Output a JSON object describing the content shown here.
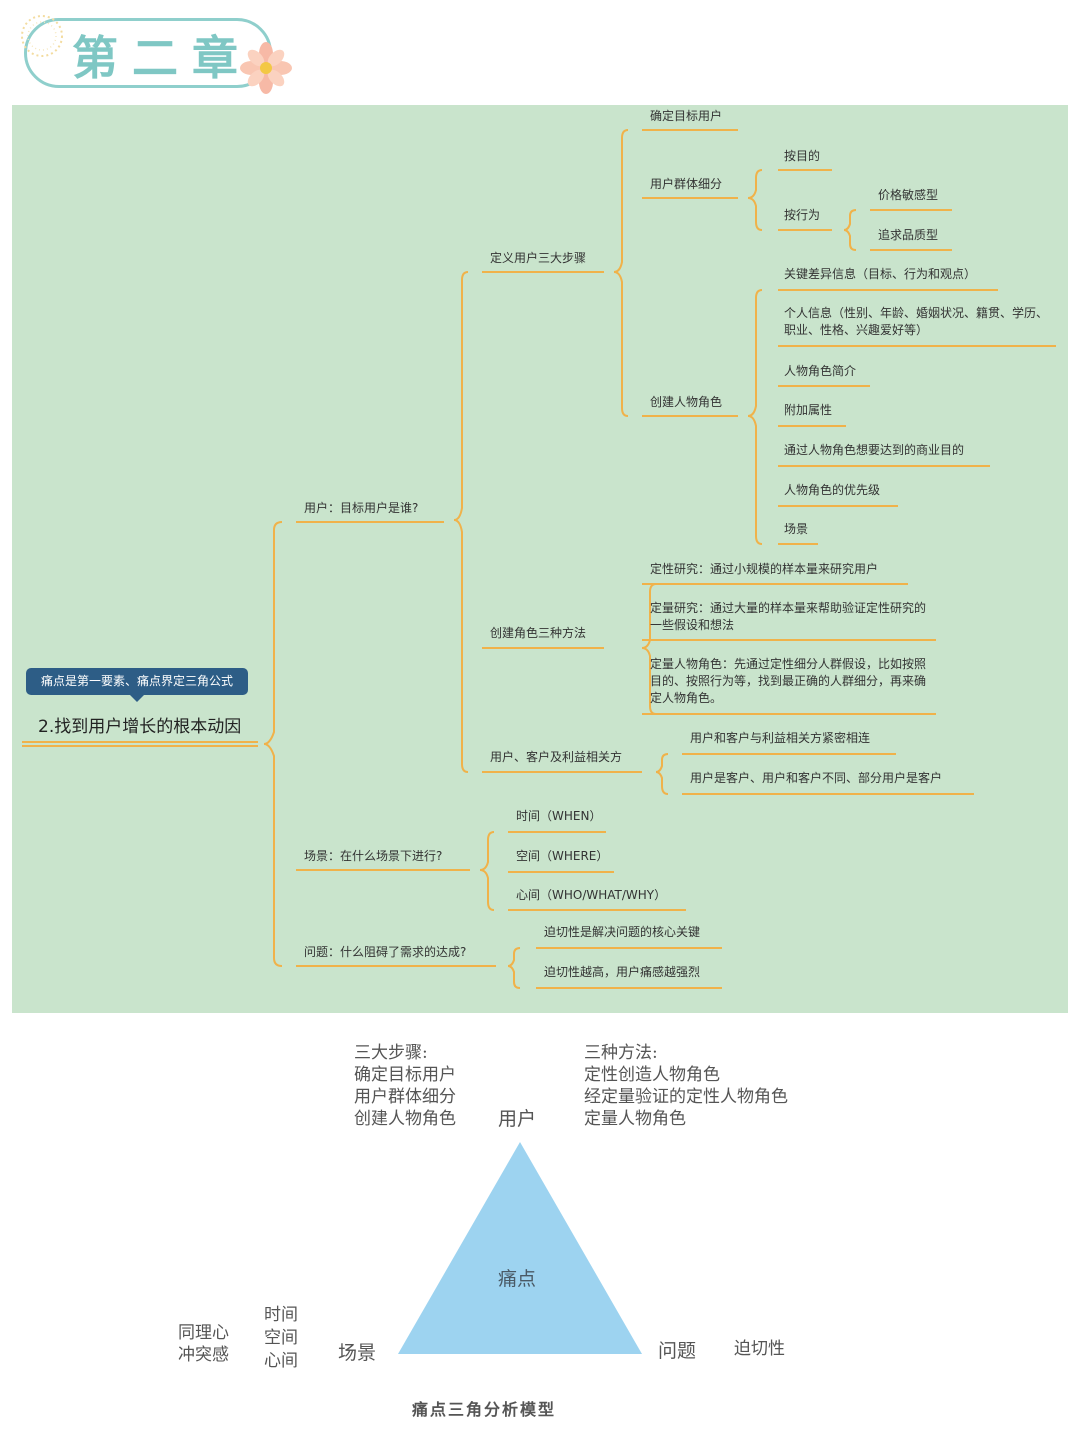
{
  "header": {
    "title": "第二章"
  },
  "mindmap": {
    "root_tag": "痛点是第一要素、痛点界定三角公式",
    "root_title": "2.找到用户增长的根本动因",
    "nodes": {
      "n_user": "用户：目标用户是谁?",
      "n_scene": "场景：在什么场景下进行?",
      "n_problem": "问题：什么阻碍了需求的达成?",
      "n_define3": "定义用户三大步骤",
      "n_methods3": "创建角色三种方法",
      "n_stake": "用户、客户及利益相关方",
      "n_target": "确定目标用户",
      "n_segment": "用户群体细分",
      "n_bygoal": "按目的",
      "n_bybehav": "按行为",
      "n_price": "价格敏感型",
      "n_quality": "追求品质型",
      "n_persona": "创建人物角色",
      "n_keydiff": "关键差异信息（目标、行为和观点）",
      "n_personal": "个人信息（性别、年龄、婚姻状况、籍贯、学历、职业、性格、兴趣爱好等）",
      "n_intro": "人物角色简介",
      "n_attr": "附加属性",
      "n_bizgoal": "通过人物角色想要达到的商业目的",
      "n_priority": "人物角色的优先级",
      "n_scenario": "场景",
      "n_qual": "定性研究：通过小规模的样本量来研究用户",
      "n_quant": "定量研究：通过大量的样本量来帮助验证定性研究的一些假设和想法",
      "n_quantpersona": "定量人物角色：先通过定性细分人群假设，比如按照目的、按照行为等，找到最正确的人群细分，再来确定人物角色。",
      "n_linked": "用户和客户与利益相关方紧密相连",
      "n_usercust": "用户是客户、用户和客户不同、部分用户是客户",
      "n_when": "时间（WHEN）",
      "n_where": "空间（WHERE）",
      "n_who": "心间（WHO/WHAT/WHY）",
      "n_urgkey": "迫切性是解决问题的核心关键",
      "n_urghigh": "迫切性越高，用户痛感越强烈"
    }
  },
  "triangle": {
    "steps_heading": "三大步骤:",
    "steps": [
      "确定目标用户",
      "用户群体细分",
      "创建人物角色"
    ],
    "methods_heading": "三种方法:",
    "methods": [
      "定性创造人物角色",
      "经定量验证的定性人物角色",
      "定量人物角色"
    ],
    "apex_label": "用户",
    "center_label": "痛点",
    "left_label": "场景",
    "right_label": "问题",
    "right_extra": "迫切性",
    "left_col1": [
      "同理心",
      "冲突感"
    ],
    "left_col2": [
      "时间",
      "空间",
      "心间"
    ],
    "caption": "痛点三角分析模型",
    "fill_color": "#9dd3f0"
  },
  "colors": {
    "panel": "#c9e4cc",
    "branch": "#f0b24a",
    "badge": "#7fc7c4",
    "tag": "#2d5d86"
  }
}
